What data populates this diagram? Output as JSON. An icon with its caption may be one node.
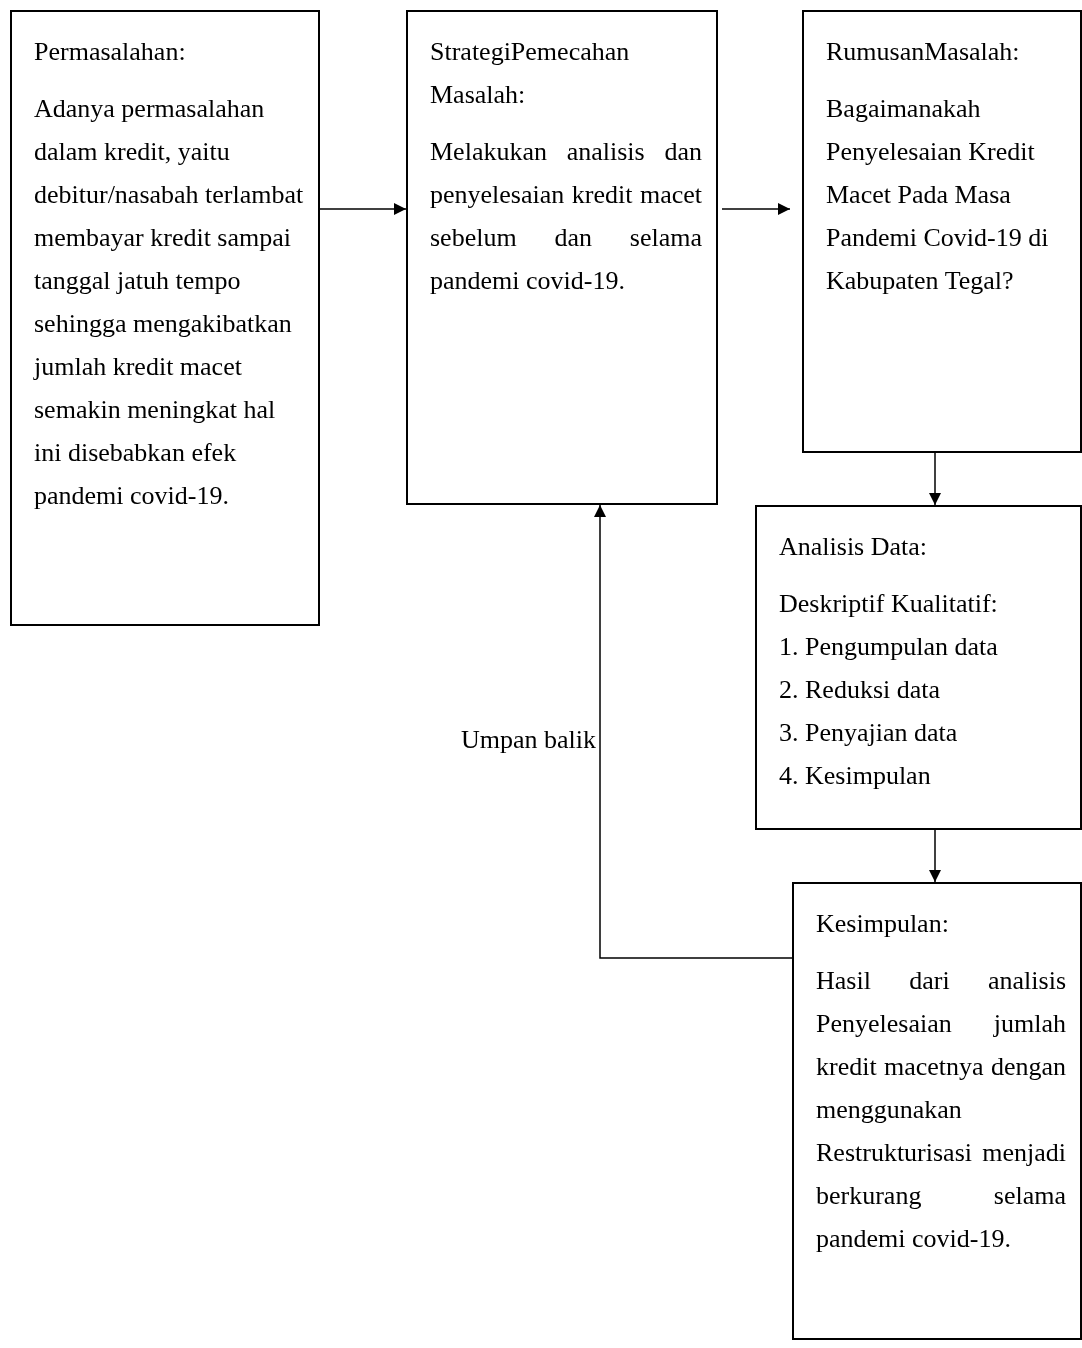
{
  "diagram": {
    "nodes": [
      {
        "text": [
          "Permasalahan:",
          "Adanya permasalahan dalam kredit, yaitu debitur/nasabah terlambat membayar kredit sampai tanggal jatuh tempo sehingga mengakibatkan jumlah kredit macet semakin meningkat hal ini disebabkan efek pandemi covid-19."
        ]
      },
      {
        "text": [
          "StrategiPemecahan Masalah:",
          "Melakukan analisis dan penyelesaian kredit macet sebelum dan selama pandemi covid-19."
        ]
      },
      {
        "text": [
          "RumusanMasalah:",
          "Bagaimanakah Penyelesaian Kredit Macet Pada Masa Pandemi Covid-19 di Kabupaten Tegal?"
        ]
      },
      {
        "text": [
          "Analisis Data:",
          "Deskriptif Kualitatif:",
          "1. Pengumpulan data",
          "2. Reduksi data",
          "3. Penyajian data",
          "4. Kesimpulan"
        ]
      },
      {
        "text": [
          "Kesimpulan:",
          "Hasil dari analisis Penyelesaian jumlah kredit macetnya dengan menggunakan Restrukturisasi menjadi berkurang selama pandemi covid-19."
        ]
      }
    ],
    "edges": [
      {
        "from": 0,
        "to": 1,
        "arrow": "to"
      },
      {
        "from": 1,
        "to": 2,
        "arrow": "to"
      },
      {
        "from": 2,
        "to": 3,
        "arrow": "to"
      },
      {
        "from": 3,
        "to": 4,
        "arrow": "to"
      },
      {
        "from": 4,
        "to": 1,
        "arrow": "to",
        "label": "Umpan balik"
      }
    ]
  }
}
